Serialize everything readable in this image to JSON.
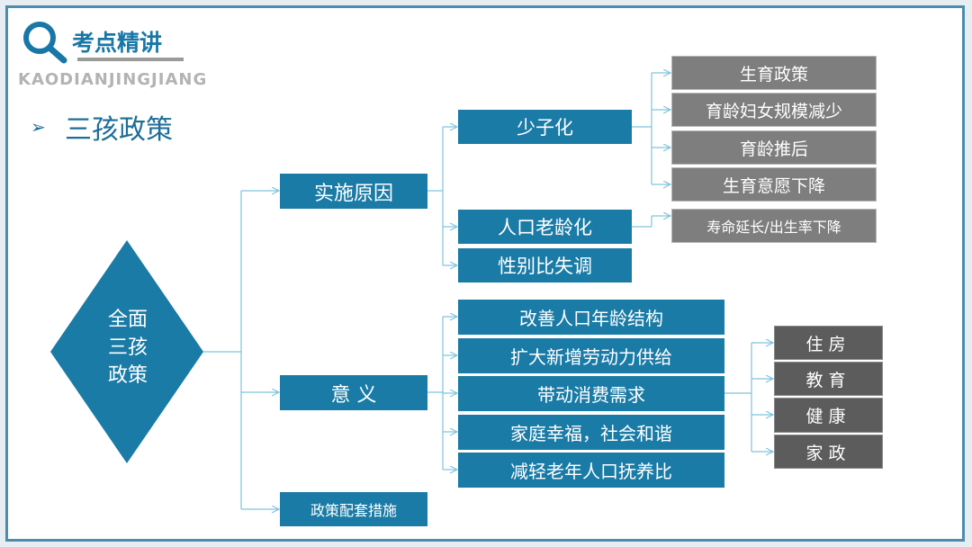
{
  "header": {
    "logo_title": "考点精讲",
    "logo_subtitle": "KAODIANJINGJIANG",
    "page_title": "三孩政策"
  },
  "root": {
    "lines": [
      "全面",
      "三孩",
      "政策"
    ]
  },
  "level1": {
    "reasons": "实施原因",
    "meaning": "意 义",
    "measures": "政策配套措施"
  },
  "reasons": {
    "few_children": "少子化",
    "aging": "人口老龄化",
    "sex_ratio": "性别比失调"
  },
  "few_children_causes": [
    "生育政策",
    "育龄妇女规模减少",
    "育龄推后",
    "生育意愿下降"
  ],
  "aging_cause": "寿命延长/出生率下降",
  "meanings": [
    "改善人口年龄结构",
    "扩大新增劳动力供给",
    "带动消费需求",
    "家庭幸福，社会和谐",
    "减轻老年人口抚养比"
  ],
  "consumption_areas": [
    "住房",
    "教育",
    "健康",
    "家政"
  ],
  "colors": {
    "primary": "#1a7ba6",
    "gray_box": "#7e7e7e",
    "dark_box": "#5c5c5c",
    "connector": "#7fc3dc"
  }
}
